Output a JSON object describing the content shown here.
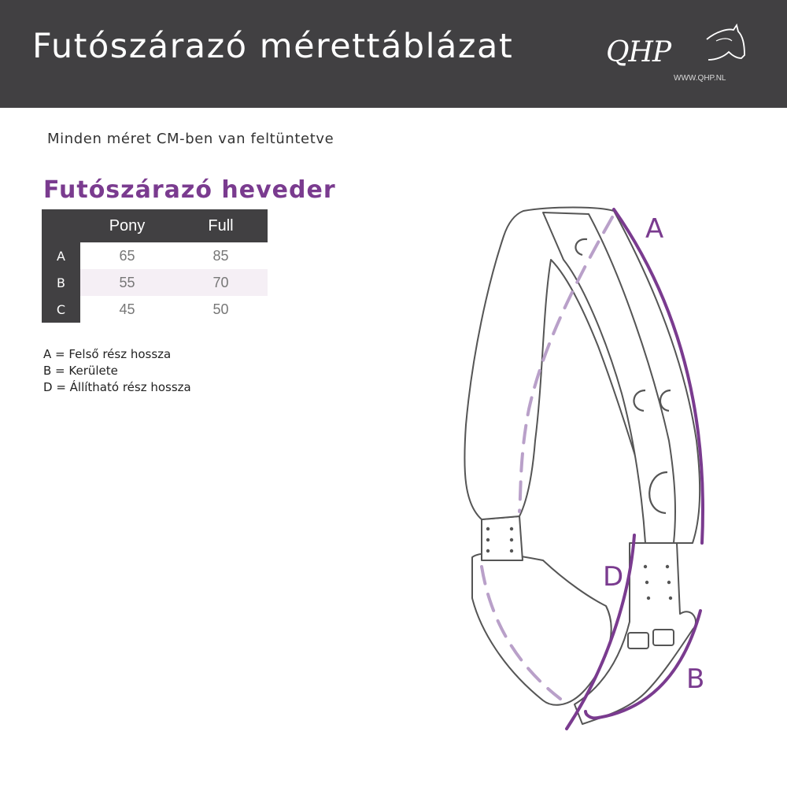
{
  "header": {
    "title": "Futószárazó mérettáblázat",
    "logo_text": "QHP",
    "logo_url": "WWW.QHP.NL"
  },
  "subtitle": "Minden méret CM-ben van feltüntetve",
  "section_title": "Futószárazó heveder",
  "table": {
    "columns": [
      "Pony",
      "Full"
    ],
    "rows": [
      {
        "label": "A",
        "values": [
          "65",
          "85"
        ]
      },
      {
        "label": "B",
        "values": [
          "55",
          "70"
        ]
      },
      {
        "label": "C",
        "values": [
          "45",
          "50"
        ]
      }
    ]
  },
  "legend": [
    "A = Felső rész hossza",
    "B = Kerülete",
    "D = Állítható rész hossza"
  ],
  "diagram": {
    "label_a": "A",
    "label_b": "B",
    "label_d": "D"
  },
  "colors": {
    "header_bg": "#414042",
    "accent": "#7a3b8f",
    "accent_light": "#b9a0c9",
    "row_shade": "#f5eff5"
  },
  "icons": [
    "horse-head-icon"
  ]
}
